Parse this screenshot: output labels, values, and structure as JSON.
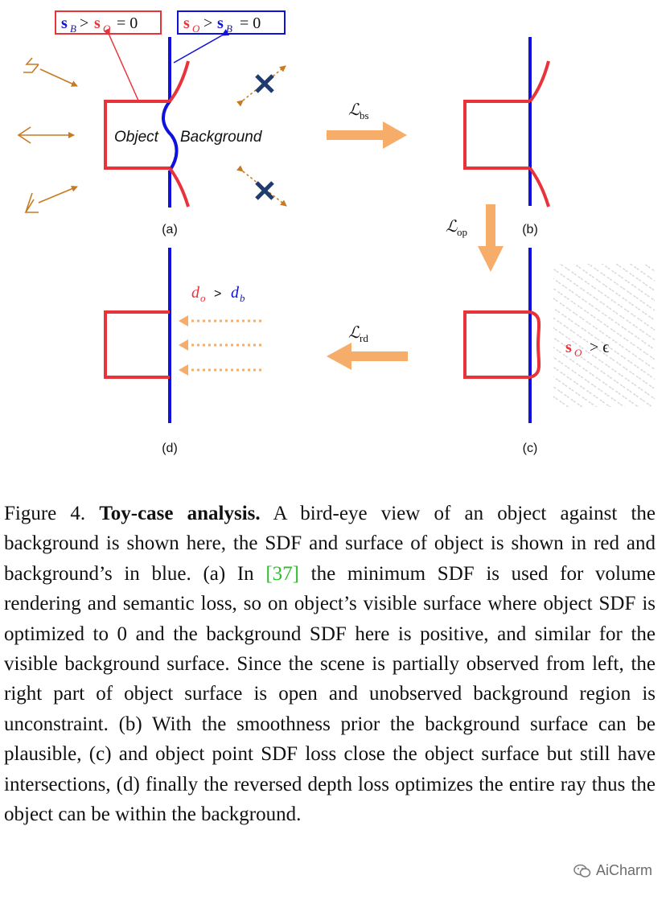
{
  "figure": {
    "panel_a": {
      "label": "(a)",
      "object_text": "Object",
      "background_text": "Background",
      "box_left": {
        "sym1": "s",
        "sub1": "B",
        "rel1": ">",
        "sym2": "s",
        "sub2": "O",
        "rel2": "= 0"
      },
      "box_right": {
        "sym1": "s",
        "sub1": "O",
        "rel1": ">",
        "sym2": "s",
        "sub2": "B",
        "rel2": "= 0"
      }
    },
    "panel_b": {
      "label": "(b)"
    },
    "panel_c": {
      "label": "(c)",
      "cond_sym": "s",
      "cond_sub": "O",
      "cond_rel": "> ϵ"
    },
    "panel_d": {
      "label": "(d)",
      "do": "d",
      "do_sub": "o",
      "gt": ">",
      "db": "d",
      "db_sub": "b"
    },
    "arrow_bs": {
      "main": "ℒ",
      "sub": "bs"
    },
    "arrow_op": {
      "main": "ℒ",
      "sub": "op"
    },
    "arrow_rd": {
      "main": "ℒ",
      "sub": "rd"
    },
    "colors": {
      "object": "#e8333a",
      "background": "#1111dd",
      "arrow": "#f7ad6a",
      "camera": "#c87a20",
      "cross": "#1f3c6e"
    }
  },
  "caption": {
    "fig_label": "Figure 4.",
    "bold_title": "Toy-case analysis.",
    "part1": " A bird-eye view of an object against the background is shown here, the SDF and surface of object is shown in red and background’s in blue. (a) In ",
    "cite": "[37]",
    "part2": " the minimum SDF is used for volume rendering and semantic loss, so on object’s visible surface where object SDF is optimized to 0 and the background SDF here is positive, and similar for the visible background surface. Since the scene is partially observed from left, the right part of object surface is open and unobserved background region is unconstraint. (b) With the smoothness prior the background surface can be plausible, (c) and object point SDF loss close the object surface but still have intersections, (d) finally the reversed depth loss optimizes the entire ray thus the object can be within the background."
  },
  "watermark": {
    "text": "AiCharm",
    "icon": "wechat-icon"
  }
}
